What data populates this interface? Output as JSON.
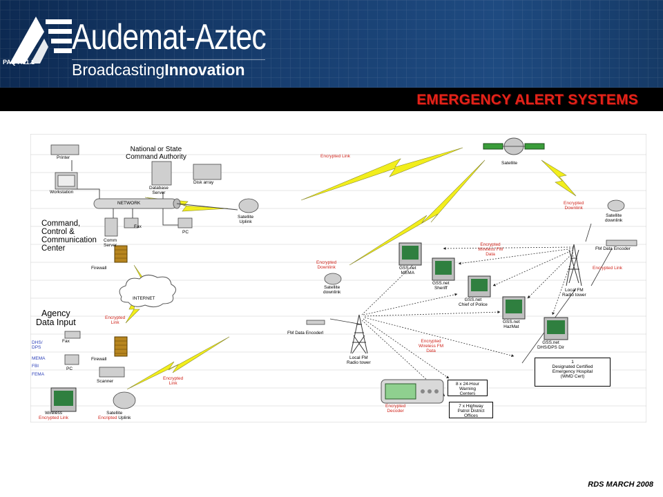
{
  "header": {
    "brand_name": "Audemat-Aztec",
    "tagline_light": "Broadcasting",
    "tagline_bold": "Innovation",
    "ref_code": "PAQ4411.1",
    "section_title": "EMERGENCY ALERT SYSTEMS"
  },
  "colors": {
    "banner": "#173d6e",
    "title_red": "#e32219",
    "lightning": "#f2ee1c",
    "link_red": "#d0251c"
  },
  "diagram": {
    "headings": {
      "national": [
        "National or State",
        "Command Authority"
      ],
      "command": [
        "Command,",
        "Control &",
        "Communication",
        "Center"
      ],
      "agency": [
        "Agency",
        "Data Input"
      ]
    },
    "devices": {
      "printer": "Printer",
      "workstation": "Workstation",
      "database": [
        "Database",
        "Server"
      ],
      "disk_array": "Disk array",
      "network": "NETWORK",
      "fax1": "Fax",
      "comm_server": [
        "Comm",
        "Server"
      ],
      "pc1": "PC",
      "sat_uplink": [
        "Satellite",
        "Uplink"
      ],
      "firewall1": "Firewall",
      "internet": "INTERNET",
      "fax2": "Fax",
      "pc2": "PC",
      "firewall2": "Firewall",
      "scanner": "Scanner",
      "wireless": "Wireless",
      "wireless_red": "Encrypted Link",
      "sat_uplink2": "Satellite",
      "sat_uplink2_red": "Encripted",
      "sat_uplink2_tail": "Uplink",
      "satellite": "Satellite",
      "sat_downlink_right": [
        "Satellite",
        "downlink"
      ],
      "fm_encoder_right": "FM Data Encoder",
      "radio_tower_right": [
        "Local FM",
        "Radio tower"
      ],
      "sat_downlink_mid": [
        "Satellite",
        "downlink"
      ],
      "fm_encoder_mid": "FM Data Encoderl",
      "radio_tower_mid": [
        "Local FM",
        "Radio tower"
      ],
      "gss_mema": [
        "GSS.net",
        "MEMA"
      ],
      "gss_sheriff": [
        "GSS.net",
        "Sheriff"
      ],
      "gss_chief": [
        "GSS.net",
        "Chief of Police"
      ],
      "gss_hazmat": [
        "GSS.net",
        "HazMat"
      ],
      "gss_dhs": [
        "GSS.net",
        "DHS/DPS Dir"
      ]
    },
    "agency_list": [
      "DHS/",
      "DPS",
      "MEMA",
      "FBI",
      "FEMA"
    ],
    "red_labels": {
      "encrypted_link_top": "Encrypted Link",
      "encrypted_downlink_right": [
        "Encrypted",
        "Downlink"
      ],
      "encrypted_link_right": "Encrypted Link",
      "encrypted_wireless_top": [
        "Encrypted",
        "Wireless FM",
        "Data"
      ],
      "encrypted_downlink_mid": [
        "Encrypted",
        "Downlink"
      ],
      "encrypted_wireless_bottom": [
        "Encrypted",
        "Wireless FM",
        "Data"
      ],
      "encrypted_link_agency": [
        "Encrypted",
        "Link"
      ],
      "encrypted_link_bottom": [
        "Encrypted",
        "Link"
      ],
      "encrypted_decoder": [
        "Encrypted",
        "Decoder"
      ]
    },
    "boxes": {
      "hospital": [
        "1",
        "Designated Certified",
        "Emergency Hospital",
        "(WMD Cert)"
      ],
      "warning": [
        "8 x 24-Hour",
        "Warning",
        "Centers"
      ],
      "highway": [
        "7 x Highway",
        "Patrol District",
        "Offices"
      ]
    }
  },
  "footer": "RDS MARCH 2008"
}
